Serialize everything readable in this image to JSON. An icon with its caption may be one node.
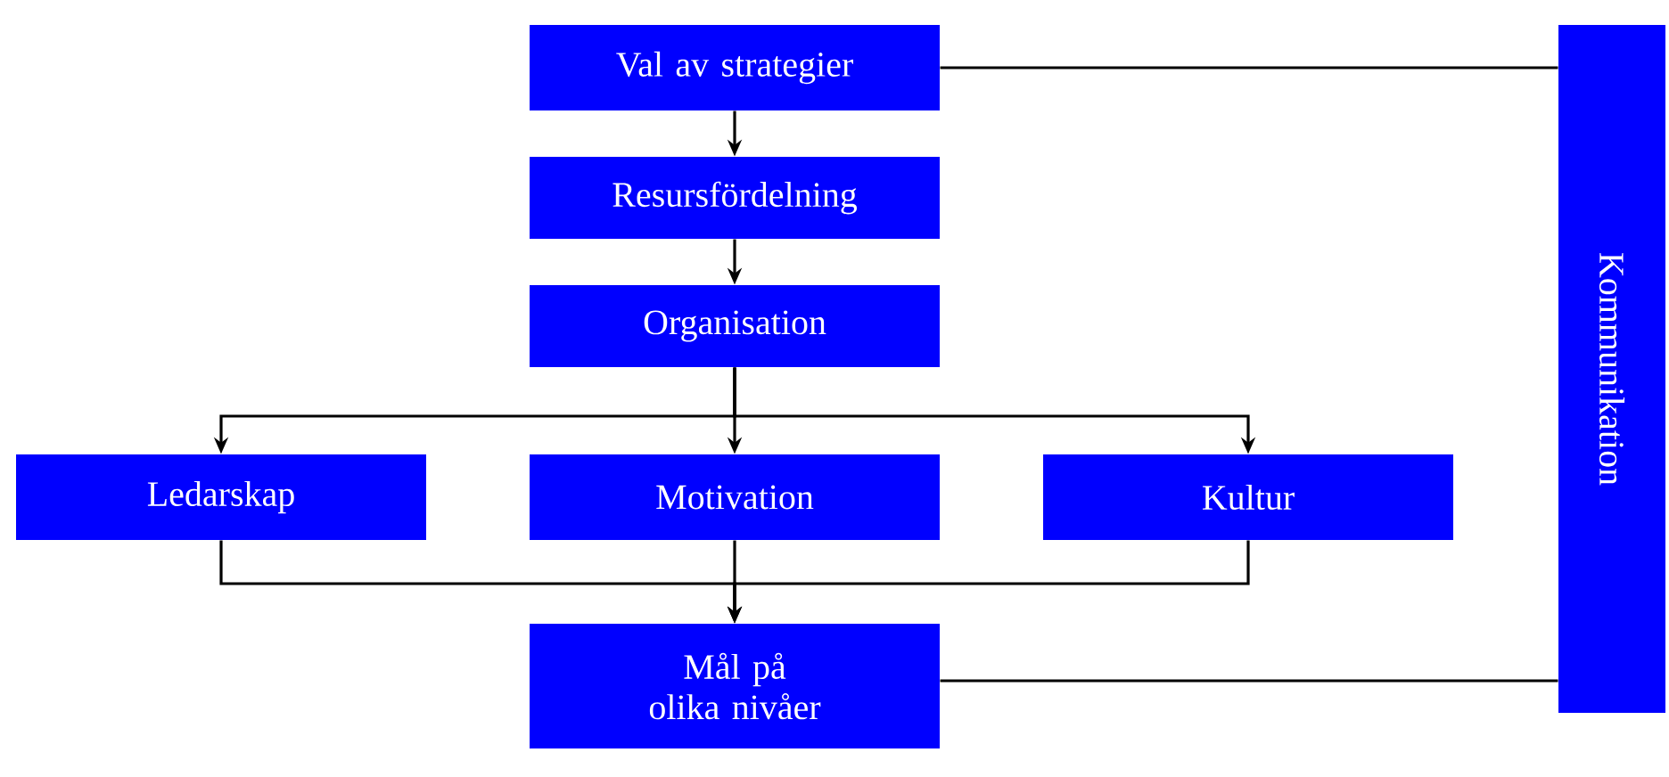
{
  "diagram": {
    "nodes": [
      {
        "text": [
          "Val av strategier"
        ]
      },
      {
        "text": [
          "Resursfördelning"
        ]
      },
      {
        "text": [
          "Organisation"
        ]
      },
      {
        "text": [
          "Ledarskap"
        ]
      },
      {
        "text": [
          "Motivation"
        ]
      },
      {
        "text": [
          "Kultur"
        ]
      },
      {
        "text": [
          "Mål på olika nivåer"
        ]
      },
      {
        "text": [
          "Kommunikation"
        ]
      }
    ],
    "edges": [
      {
        "from": 0,
        "to": 1,
        "arrow": "to"
      },
      {
        "from": 1,
        "to": 2,
        "arrow": "to"
      },
      {
        "from": 2,
        "to": 3,
        "arrow": "to"
      },
      {
        "from": 2,
        "to": 4,
        "arrow": "to"
      },
      {
        "from": 2,
        "to": 5,
        "arrow": "to"
      },
      {
        "from": 3,
        "to": 6,
        "arrow": "to"
      },
      {
        "from": 4,
        "to": 6,
        "arrow": "to"
      },
      {
        "from": 5,
        "to": 6,
        "arrow": "to"
      },
      {
        "from": 0,
        "to": 7,
        "arrow": "none"
      },
      {
        "from": 6,
        "to": 7,
        "arrow": "none"
      }
    ]
  }
}
